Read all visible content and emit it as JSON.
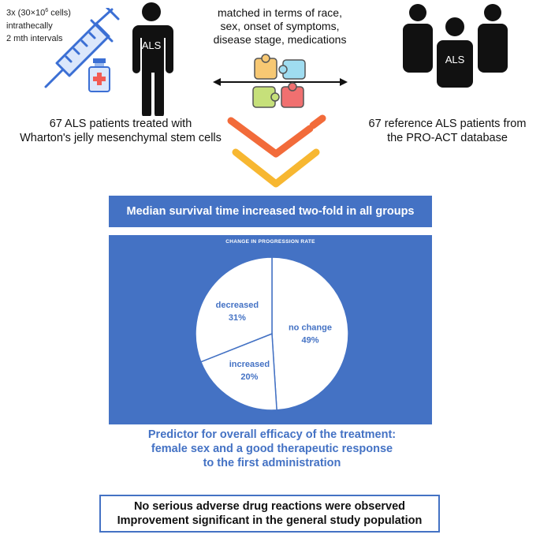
{
  "treatment": {
    "dose_line1_prefix": "3x (30×10",
    "dose_line1_sup": "6",
    "dose_line1_suffix": " cells)",
    "dose_line2": "intrathecally",
    "dose_line3": "2 mth intervals",
    "figure_label": "ALS",
    "caption_line1": "67 ALS patients treated with",
    "caption_line2": "Wharton's jelly mesenchymal stem cells"
  },
  "matching": {
    "line1": "matched in terms of race,",
    "line2": "sex, onset of symptoms,",
    "line3": "disease stage, medications"
  },
  "reference": {
    "figure_label": "ALS",
    "caption_line1": "67 reference ALS patients from",
    "caption_line2": "the PRO-ACT database"
  },
  "survival_banner": "Median survival time increased two-fold in all groups",
  "chart_data": {
    "type": "pie",
    "title": "CHANGE IN PROGRESSION RATE",
    "slices": [
      {
        "label": "no change",
        "value": 49,
        "display": "49%"
      },
      {
        "label": "increased",
        "value": 20,
        "display": "20%"
      },
      {
        "label": "decreased",
        "value": 31,
        "display": "31%"
      }
    ],
    "colors": {
      "background": "#4472c4",
      "slice_fill": "#ffffff",
      "label_color": "#4472c4"
    }
  },
  "predictor": {
    "line1": "Predictor for overall efficacy of the treatment:",
    "line2": "female sex and a good therapeutic response",
    "line3": "to the first administration"
  },
  "results": {
    "line1": "No serious adverse drug reactions were observed",
    "line2": "Improvement significant in the general study population"
  },
  "colors": {
    "accent_blue": "#4472c4",
    "syringe_blue": "#3b6fd4",
    "chevron_orange": "#f26b3a",
    "chevron_yellow": "#f7b731"
  }
}
